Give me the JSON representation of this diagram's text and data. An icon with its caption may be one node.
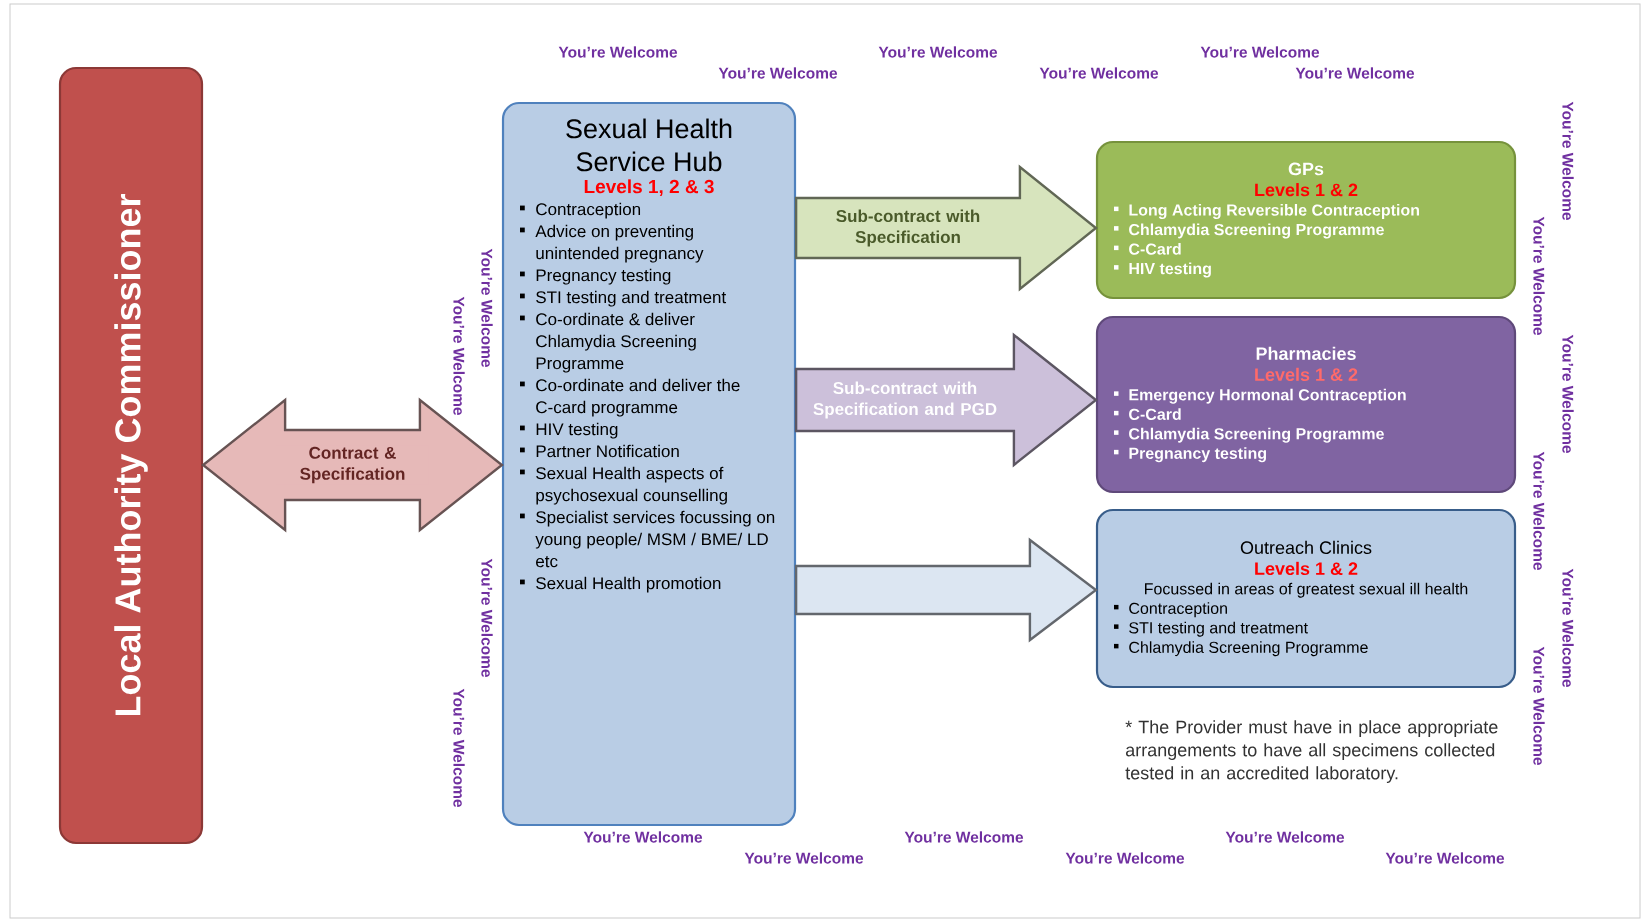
{
  "diagram": {
    "nodes": [
      {
        "text": [
          "Local Authority Commissioner"
        ]
      },
      {
        "text": [
          "Sexual Health Service Hub",
          "Levels 1, 2 & 3",
          "Contraception",
          "Advice on preventing unintended pregnancy",
          "Pregnancy testing",
          "STI testing and treatment",
          "Co-ordinate & deliver Chlamydia Screening Programme",
          "Co-ordinate and deliver the C-card programme",
          "HIV testing",
          "Partner Notification",
          "Sexual Health aspects of psychosexual counselling",
          "Specialist services focussing on young people/ MSM / BME/ LD etc",
          "Sexual Health promotion"
        ]
      },
      {
        "text": [
          "GPs",
          "Levels 1 & 2",
          "Long Acting Reversible Contraception",
          "Chlamydia Screening Programme",
          "C-Card",
          "HIV testing"
        ]
      },
      {
        "text": [
          "Pharmacies",
          "Levels 1 & 2",
          "Emergency Hormonal Contraception",
          "C-Card",
          "Chlamydia Screening Programme",
          "Pregnancy testing"
        ]
      },
      {
        "text": [
          "Outreach Clinics",
          "Levels 1 & 2",
          "Focussed in areas of greatest sexual ill health",
          "Contraception",
          "STI testing and treatment",
          "Chlamydia Screening Programme"
        ]
      }
    ],
    "edges": [
      {
        "from": 0,
        "to": 1,
        "arrow": "both",
        "label": "Contract & Specification",
        "color": "#e6b9b8"
      },
      {
        "from": 1,
        "to": 2,
        "arrow": "to",
        "label": "Sub-contract with Specification",
        "color": "#d7e4bd"
      },
      {
        "from": 1,
        "to": 3,
        "arrow": "to",
        "label": "Sub-contract with Specification and PGD",
        "color": "#ccc0da"
      },
      {
        "from": 1,
        "to": 4,
        "arrow": "to",
        "color": "#dce6f2"
      }
    ],
    "labels": [
      "You’re Welcome",
      "You’re Welcome",
      "You’re Welcome",
      "You’re Welcome",
      "You’re Welcome",
      "You’re Welcome",
      "You’re Welcome",
      "You’re Welcome",
      "You’re Welcome",
      "You’re Welcome",
      "* The Provider must have in place appropriate arrangements to have all specimens collected tested in an accredited laboratory.",
      "You’re Welcome",
      "You’re Welcome",
      "You’re Welcome",
      "You’re Welcome",
      "You’re Welcome",
      "You’re Welcome",
      "You’re Welcome",
      "You’re Welcome",
      "You’re Welcome",
      "You’re Welcome",
      "You’re Welcome",
      "You’re Welcome"
    ]
  }
}
